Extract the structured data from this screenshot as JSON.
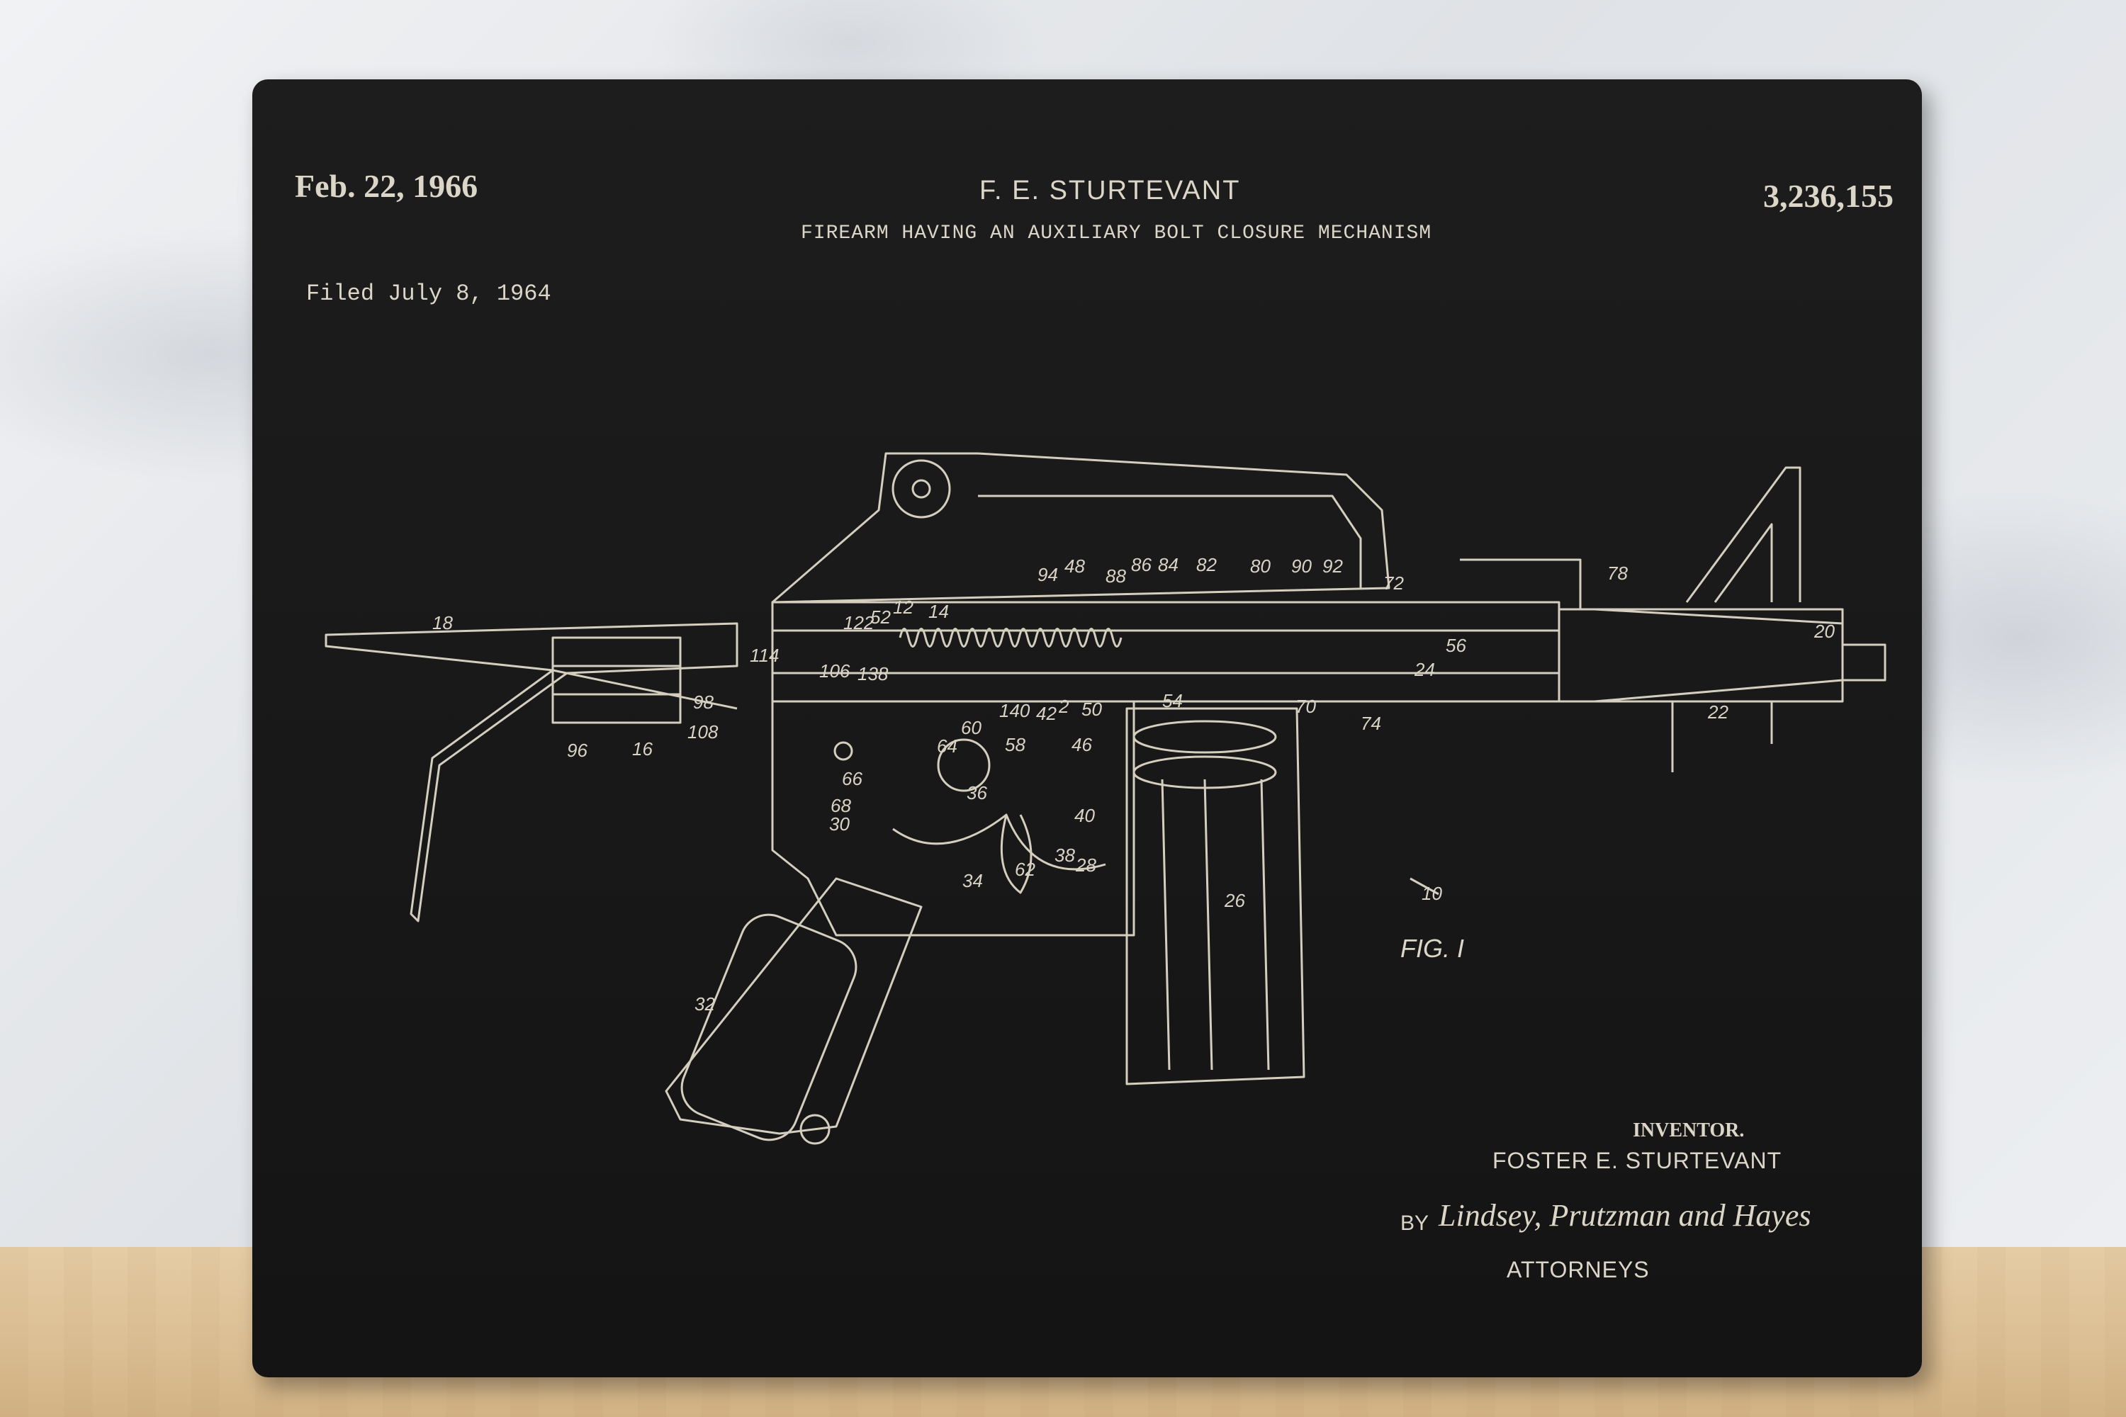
{
  "header": {
    "date": "Feb. 22, 1966",
    "inventor_short": "F. E. STURTEVANT",
    "patent_number": "3,236,155",
    "title": "FIREARM HAVING AN AUXILIARY BOLT CLOSURE MECHANISM",
    "filed": "Filed July 8, 1964"
  },
  "footer": {
    "inventor_label": "INVENTOR.",
    "inventor_name": "FOSTER E. STURTEVANT",
    "by": "BY",
    "signature": "Lindsey, Prutzman and Hayes",
    "attorneys": "ATTORNEYS"
  },
  "figure_label": "FIG. I",
  "reference_numbers": [
    "18",
    "94",
    "48",
    "88",
    "86",
    "84",
    "82",
    "80",
    "90",
    "92",
    "72",
    "78",
    "20",
    "122",
    "52",
    "12",
    "14",
    "114",
    "106",
    "138",
    "56",
    "24",
    "22",
    "98",
    "108",
    "140",
    "42",
    "2",
    "50",
    "54",
    "70",
    "74",
    "96",
    "16",
    "60",
    "64",
    "58",
    "46",
    "66",
    "68",
    "30",
    "36",
    "40",
    "62",
    "38",
    "28",
    "34",
    "26",
    "32",
    "10"
  ],
  "colors": {
    "plate": "#161616",
    "engraving": "#dcd6c8"
  }
}
